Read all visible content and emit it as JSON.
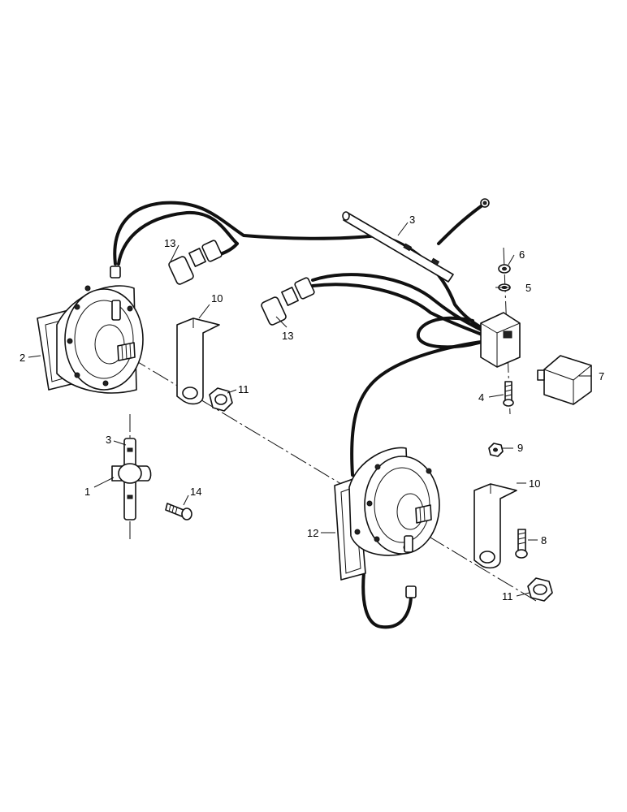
{
  "callouts": {
    "c1": "1",
    "c2": "2",
    "c3_top": "3",
    "c3_left": "3",
    "c4": "4",
    "c5": "5",
    "c6": "6",
    "c7": "7",
    "c8": "8",
    "c9": "9",
    "c10_top": "10",
    "c10_right": "10",
    "c11_top": "11",
    "c11_bottom": "11",
    "c12": "12",
    "c13_left": "13",
    "c13_mid": "13",
    "c14": "14"
  }
}
